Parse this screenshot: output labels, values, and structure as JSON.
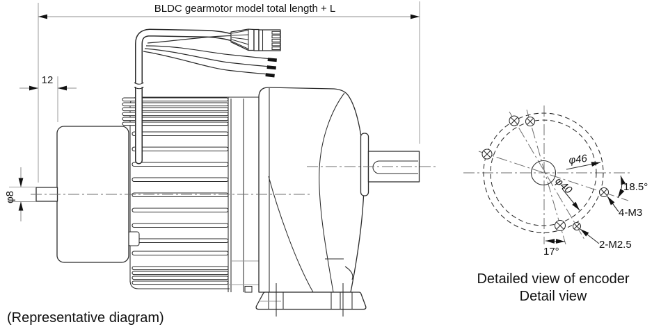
{
  "colors": {
    "line_color": "#2b2b2b",
    "dimension_line_color": "#8f8f8f",
    "text_color": "#111111",
    "background": "#ffffff"
  },
  "side_view": {
    "total_length_label": "BLDC gearmotor model total length + L",
    "shaft_protrusion_dim": "12",
    "rear_shaft_diameter_dim": "φ8",
    "caption": "(Representative diagram)"
  },
  "detail_view": {
    "outer_bolt_circle_dim": "φ46",
    "inner_bolt_circle_dim": "φ40",
    "m3_angle_dim": "18.5°",
    "m3_holes_label": "4-M3",
    "m25_holes_label": "2-M2.5",
    "m25_angle_dim": "17°",
    "caption_line1": "Detailed view of encoder",
    "caption_line2": "Detail view"
  }
}
